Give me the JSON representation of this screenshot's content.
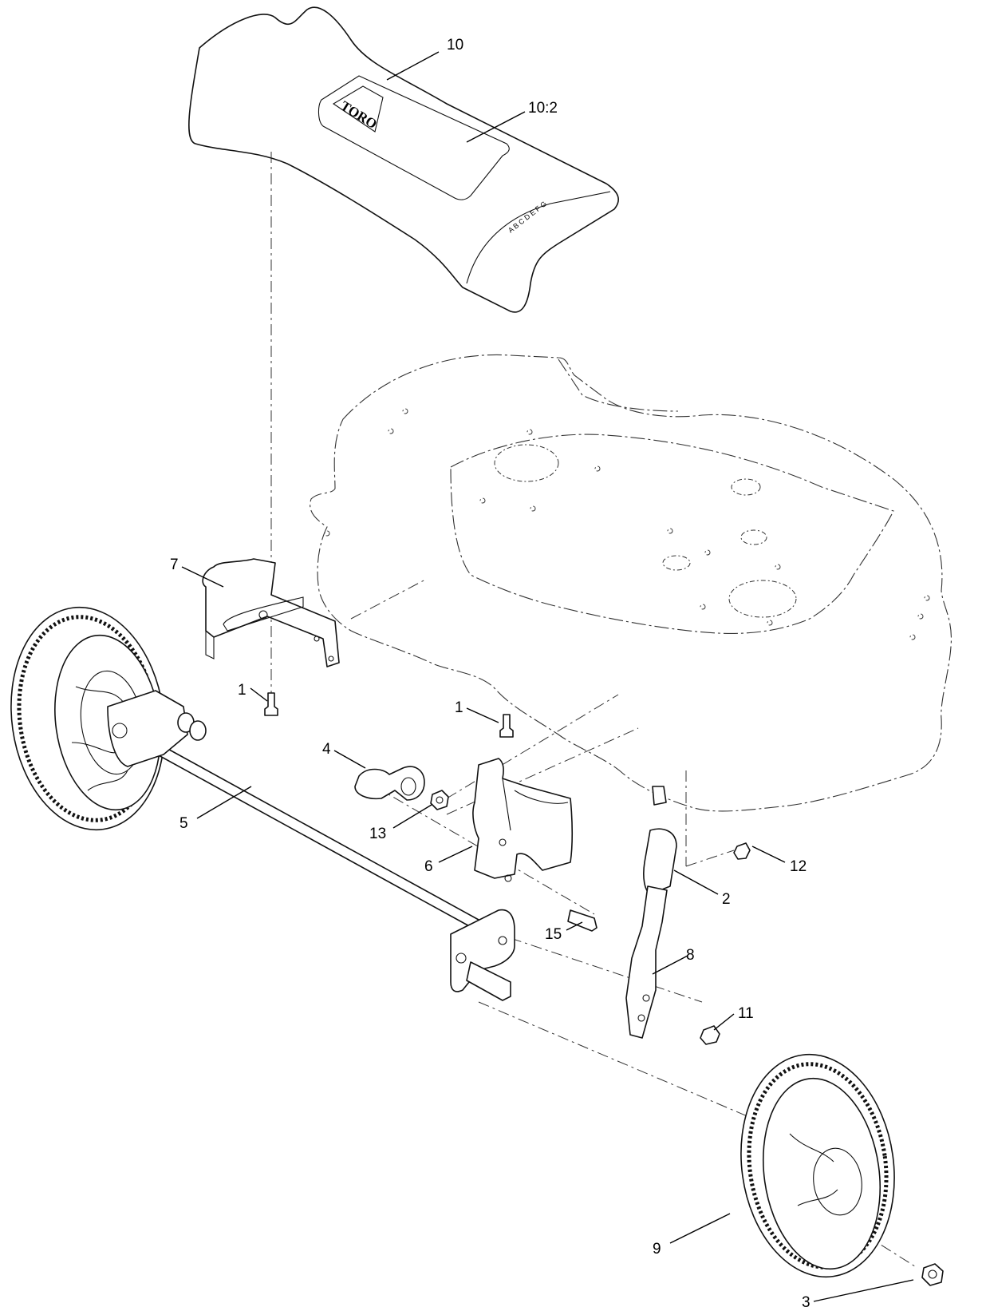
{
  "diagram": {
    "callouts": [
      {
        "id": "10",
        "text": "10"
      },
      {
        "id": "10:2",
        "text": "10:2"
      },
      {
        "id": "7",
        "text": "7"
      },
      {
        "id": "1a",
        "text": "1"
      },
      {
        "id": "1b",
        "text": "1"
      },
      {
        "id": "4",
        "text": "4"
      },
      {
        "id": "13",
        "text": "13"
      },
      {
        "id": "5",
        "text": "5"
      },
      {
        "id": "6",
        "text": "6"
      },
      {
        "id": "12",
        "text": "12"
      },
      {
        "id": "2",
        "text": "2"
      },
      {
        "id": "15",
        "text": "15"
      },
      {
        "id": "8",
        "text": "8"
      },
      {
        "id": "11",
        "text": "11"
      },
      {
        "id": "9",
        "text": "9"
      },
      {
        "id": "3",
        "text": "3"
      }
    ],
    "logo_text": "TORO",
    "height_scale_letters": "A B C D E F G"
  }
}
